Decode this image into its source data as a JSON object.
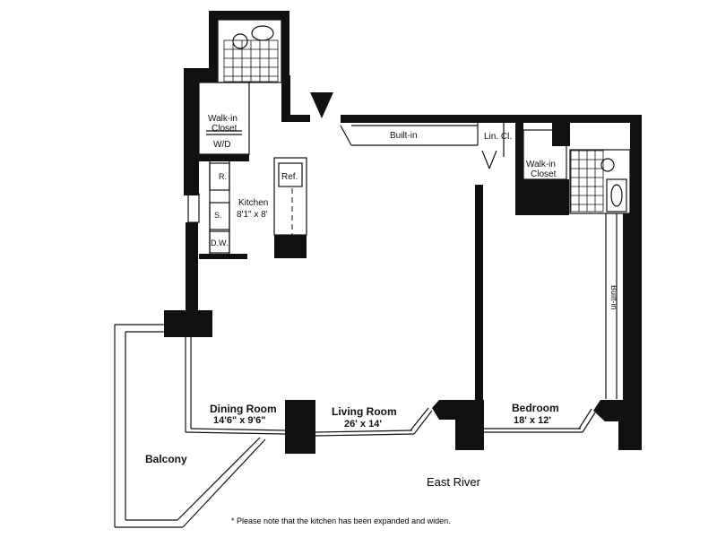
{
  "rooms": {
    "dining_name": "Dining Room",
    "dining_dims": "14'6\" x 9'6\"",
    "living_name": "Living Room",
    "living_dims": "26' x 14'",
    "bedroom_name": "Bedroom",
    "bedroom_dims": "18' x 12'",
    "kitchen_name": "Kitchen",
    "kitchen_dims": "8'1\" x 8'",
    "balcony_name": "Balcony"
  },
  "closets": {
    "walkin_top_line1": "Walk-in",
    "walkin_top_line2": "Closet",
    "walkin_bed_line1": "Walk-in",
    "walkin_bed_line2": "Closet",
    "linen": "Lin. Cl.",
    "wd": "W/D"
  },
  "fixtures": {
    "ref": "Ref.",
    "range": "R.",
    "sink": "S.",
    "dishwasher": "D.W.",
    "builtin_living": "Built-in",
    "builtin_bedroom": "Built-in"
  },
  "exterior": {
    "river": "East River"
  },
  "footnote": "* Please note that the kitchen has been expanded and widen."
}
